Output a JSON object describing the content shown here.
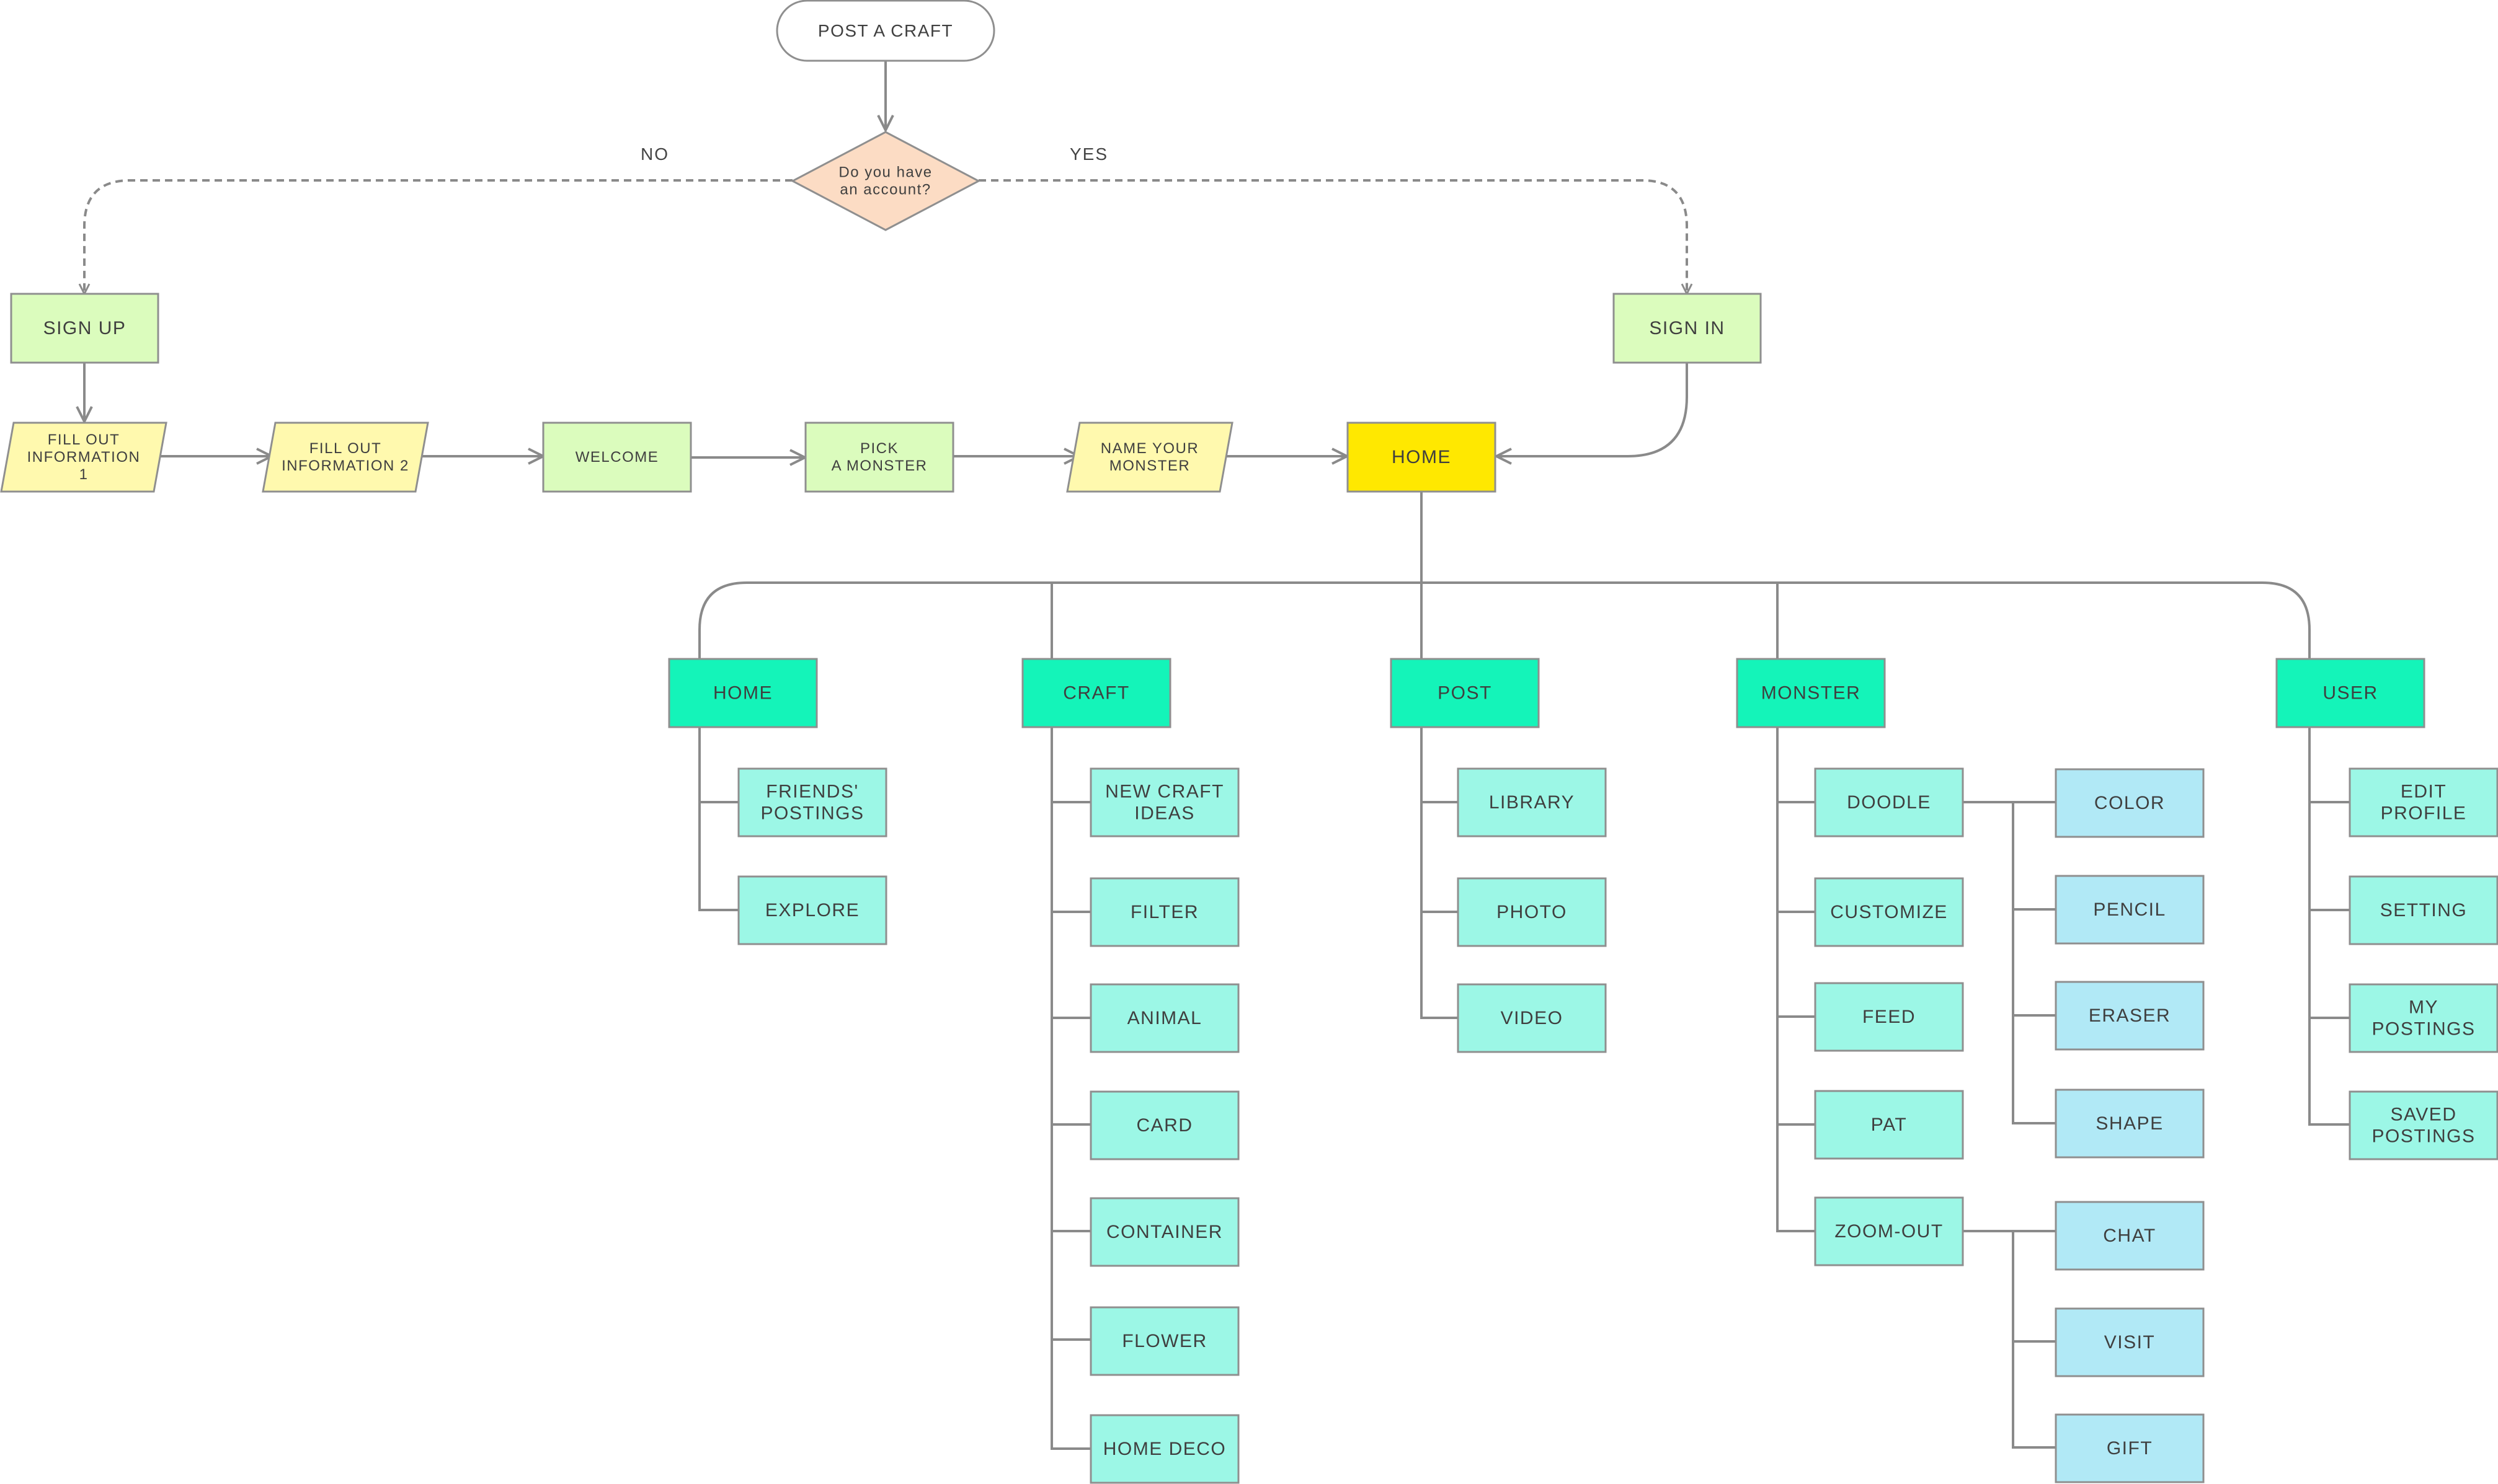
{
  "colors": {
    "terminal": "#ffffff",
    "decision": "#fcdcc4",
    "screen": "#dbfcbd",
    "input": "#fff9ae",
    "home": "#ffe800",
    "category": "#14f4b9",
    "item": "#9cf7e6",
    "subitem": "#b1e9f6",
    "border": "#8f8f8f",
    "line": "#8a8a8a",
    "text": "#3f3f3f"
  },
  "edge_labels": {
    "no": "NO",
    "yes": "YES"
  },
  "nodes": {
    "start": [
      "POST A CRAFT"
    ],
    "decision": [
      "Do you have",
      "an account?"
    ],
    "sign_up": [
      "SIGN UP"
    ],
    "sign_in": [
      "SIGN IN"
    ],
    "fill_out_1": [
      "FILL OUT",
      "INFORMATION",
      "1"
    ],
    "fill_out_2": [
      "FILL OUT",
      "INFORMATION 2"
    ],
    "welcome": [
      "WELCOME"
    ],
    "pick_monster": [
      "PICK",
      "A MONSTER"
    ],
    "name_monster": [
      "NAME YOUR",
      "MONSTER"
    ],
    "home_main": [
      "HOME"
    ],
    "cat_home": [
      "HOME"
    ],
    "cat_craft": [
      "CRAFT"
    ],
    "cat_post": [
      "POST"
    ],
    "cat_monster": [
      "MONSTER"
    ],
    "cat_user": [
      "USER"
    ],
    "friends_postings": [
      "FRIENDS'",
      "POSTINGS"
    ],
    "explore": [
      "EXPLORE"
    ],
    "new_craft_ideas": [
      "NEW CRAFT",
      "IDEAS"
    ],
    "filter": [
      "FILTER"
    ],
    "animal": [
      "ANIMAL"
    ],
    "card": [
      "CARD"
    ],
    "container": [
      "CONTAINER"
    ],
    "flower": [
      "FLOWER"
    ],
    "home_deco": [
      "HOME DECO"
    ],
    "library": [
      "LIBRARY"
    ],
    "photo": [
      "PHOTO"
    ],
    "video": [
      "VIDEO"
    ],
    "doodle": [
      "DOODLE"
    ],
    "customize": [
      "CUSTOMIZE"
    ],
    "feed": [
      "FEED"
    ],
    "pat": [
      "PAT"
    ],
    "zoom_out": [
      "ZOOM-OUT"
    ],
    "color": [
      "COLOR"
    ],
    "pencil": [
      "PENCIL"
    ],
    "eraser": [
      "ERASER"
    ],
    "shape": [
      "SHAPE"
    ],
    "chat": [
      "CHAT"
    ],
    "visit": [
      "VISIT"
    ],
    "gift": [
      "GIFT"
    ],
    "edit_profile": [
      "EDIT",
      "PROFILE"
    ],
    "setting": [
      "SETTING"
    ],
    "my_postings": [
      "MY",
      "POSTINGS"
    ],
    "saved_postings": [
      "SAVED",
      "POSTINGS"
    ]
  }
}
